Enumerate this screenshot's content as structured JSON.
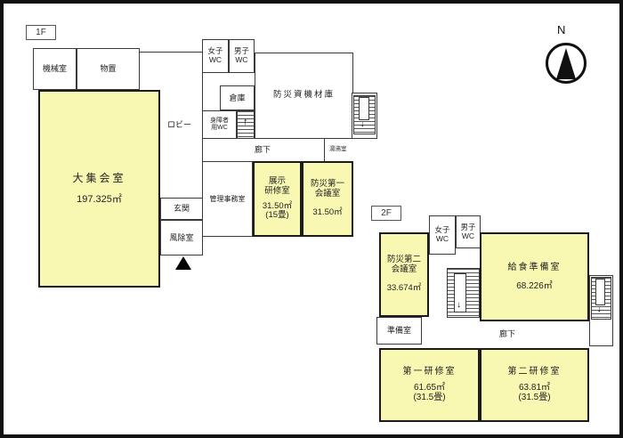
{
  "compass": {
    "label": "N"
  },
  "floor1": {
    "tag": "1F",
    "machine_room": "機械室",
    "storage": "物置",
    "large_assembly": {
      "name": "大集会室",
      "area": "197.325㎡"
    },
    "lobby": "ロビー",
    "womens_wc": "女子\nWC",
    "mens_wc": "男子\nWC",
    "warehouse": "倉庫",
    "accessible_wc": "身障者\n用WC",
    "disaster_equipment_storage": "防災資機材庫",
    "corridor": "廊下",
    "hot_water_room": "湯沸室",
    "admin_office": "管理事務室",
    "exhibition_training": {
      "name": "展示\n研修室",
      "area": "31.50㎡",
      "tatami": "(15畳)"
    },
    "disaster_meeting_1": {
      "name": "防災第一\n会議室",
      "area": "31.50㎡"
    },
    "entrance": "玄関",
    "windbreak_room": "風除室"
  },
  "floor2": {
    "tag": "2F",
    "womens_wc": "女子\nWC",
    "mens_wc": "男子\nWC",
    "disaster_meeting_2": {
      "name": "防災第二\n会議室",
      "area": "33.674㎡"
    },
    "meal_prep_room": {
      "name": "給食準備室",
      "area": "68.226㎡"
    },
    "prep_room": "準備室",
    "corridor": "廊下",
    "training_room_1": {
      "name": "第一研修室",
      "area": "61.65㎡",
      "tatami": "(31.5畳)"
    },
    "training_room_2": {
      "name": "第二研修室",
      "area": "63.81㎡",
      "tatami": "(31.5畳)"
    }
  },
  "colors": {
    "highlight_room": "#f8f8b2",
    "wall": "#3a3a3a"
  }
}
